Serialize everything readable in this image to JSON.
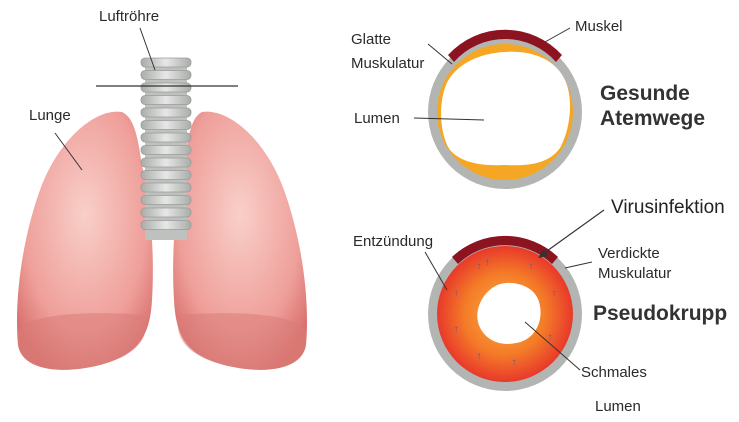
{
  "labels": {
    "trachea": "Luftröhre",
    "lung": "Lunge",
    "smooth_muscle_line1": "Glatte",
    "smooth_muscle_line2": "Muskulatur",
    "muscle": "Muskel",
    "lumen_healthy": "Lumen",
    "healthy_line1": "Gesunde",
    "healthy_line2": "Atemwege",
    "virus": "Virusinfektion",
    "inflammation": "Entzündung",
    "thick_muscle_line1": "Verdickte",
    "thick_muscle_line2": "Muskulatur",
    "croup": "Pseudokrupp",
    "narrow_line1": "Schmales",
    "narrow_line2": "Lumen"
  },
  "colors": {
    "lung": "#ec9c98",
    "trachea": "#c9cbc9",
    "wall_grey": "#b7b7b7",
    "muscle": "#8b1420",
    "orange": "#f5a623",
    "inflamed_red": "#e8392b"
  }
}
